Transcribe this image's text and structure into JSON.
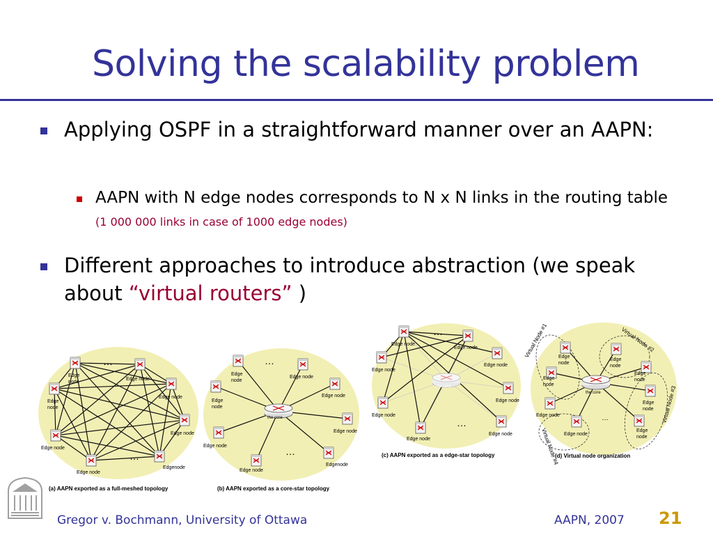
{
  "slide": {
    "title": "Solving the scalability problem",
    "bullets": [
      {
        "text": "Applying OSPF in a straightforward manner over an AAPN:"
      },
      {
        "text": "AAPN with N edge nodes corresponds to N x N links in the routing table ",
        "note": "(1 000 000 links in case of 1000 edge nodes)"
      },
      {
        "text": "Different approaches to introduce abstraction (we speak about ",
        "highlight": "“virtual routers”",
        "suffix": " )"
      }
    ]
  },
  "diagrams": {
    "edge_node": "Edge node",
    "edge_node_short": "Edgenode",
    "edge": "Edge",
    "node": "node",
    "the_core": "the core",
    "ellipsis": "…",
    "captions": {
      "a": "(a) AAPN exported as a full-meshed topology",
      "b": "(b) AAPN exported as a core-star topology",
      "c": "(c) AAPN exported as a edge-star topology",
      "d": "(d) Virtual node organization"
    },
    "virtual_nodes": [
      "Virtual Node #1",
      "Virtual Node #2",
      "Virtual Node #3",
      "Virtual Node #4"
    ]
  },
  "footer": {
    "author": "Gregor v. Bochmann, University of Ottawa",
    "event": "AAPN, 2007",
    "page": "21"
  },
  "colors": {
    "title": "#333399",
    "highlight": "#990033",
    "ellipse_fill": "#f2efb4",
    "page_number": "#cc9900"
  },
  "icons": [
    "university-logo-icon",
    "edge-router-icon",
    "core-router-icon"
  ]
}
